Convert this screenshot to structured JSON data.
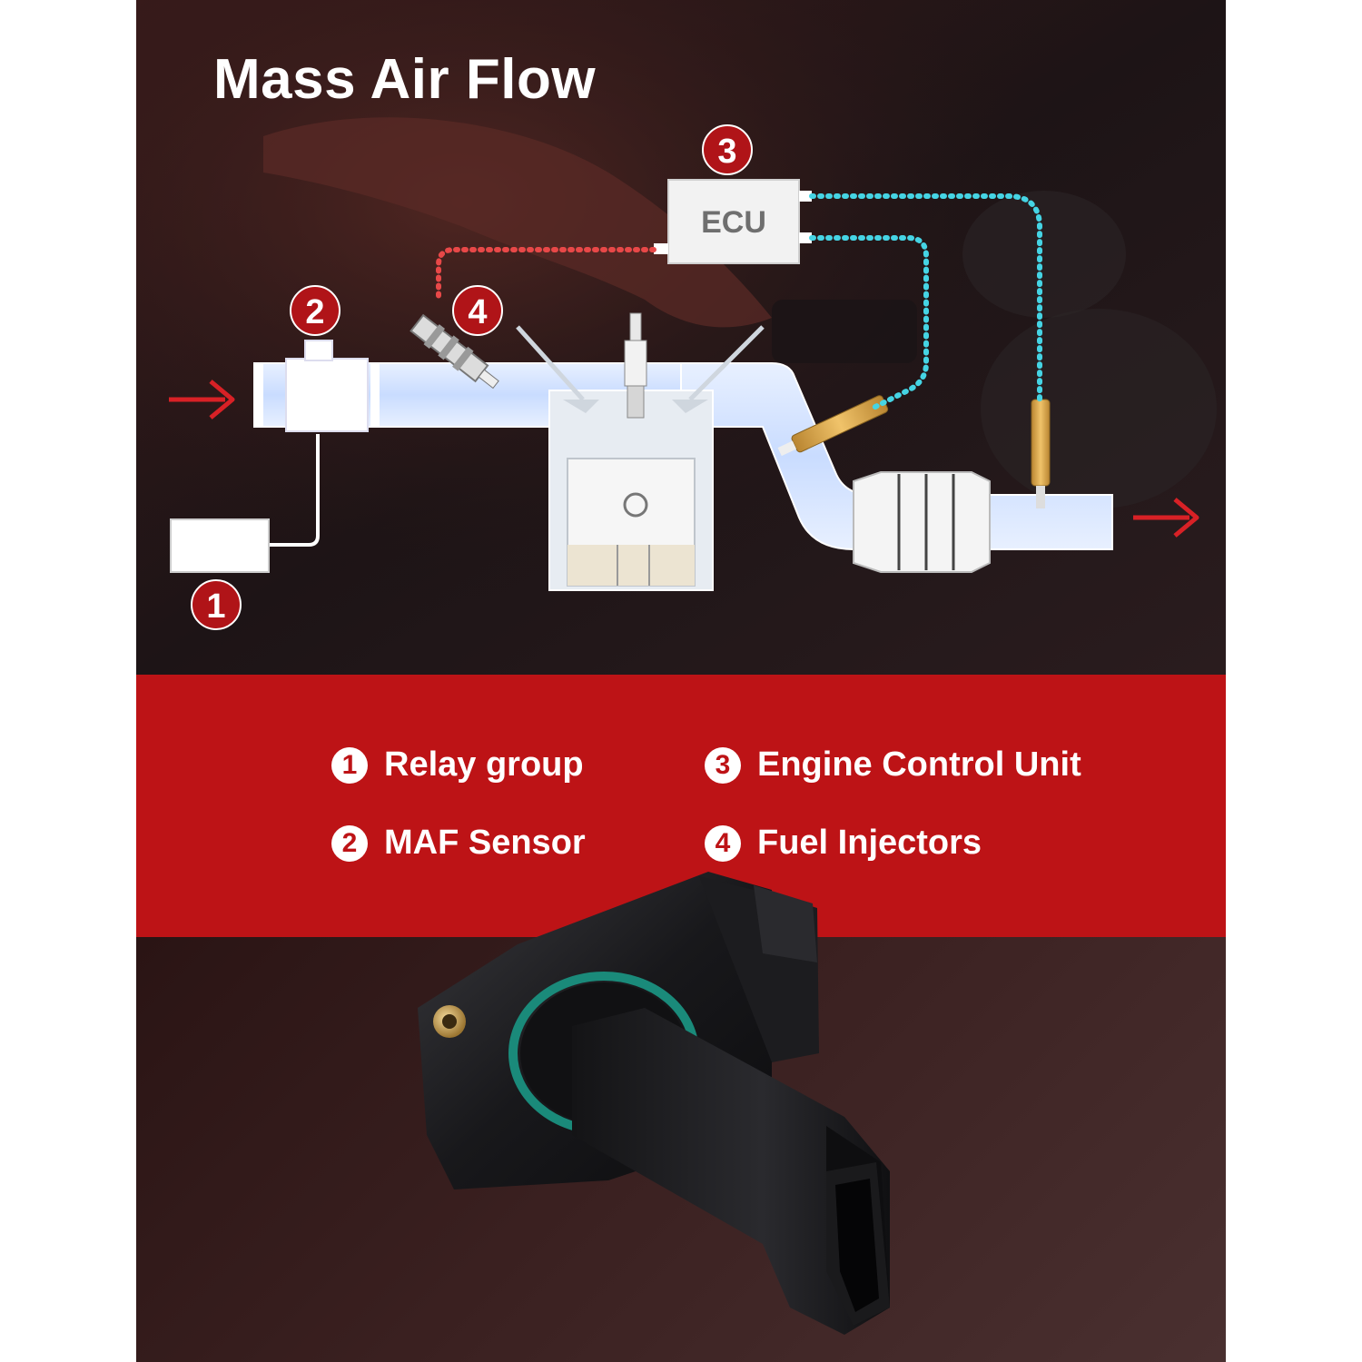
{
  "title": "Mass Air Flow",
  "diagram": {
    "ecu_label": "ECU",
    "badges": [
      "1",
      "2",
      "3",
      "4"
    ]
  },
  "legend": [
    {
      "num": "1",
      "label": "Relay group"
    },
    {
      "num": "3",
      "label": "Engine Control Unit"
    },
    {
      "num": "2",
      "label": "MAF Sensor"
    },
    {
      "num": "4",
      "label": "Fuel Injectors"
    }
  ],
  "colors": {
    "accent_red": "#bd1316",
    "badge_red": "#b01418",
    "signal_red": "#e23a3a",
    "signal_cyan": "#3fd0e0",
    "pipe_blue": "#dfeaff",
    "sensor_orange": "#d9a441",
    "o_ring_teal": "#1a8a7a"
  }
}
